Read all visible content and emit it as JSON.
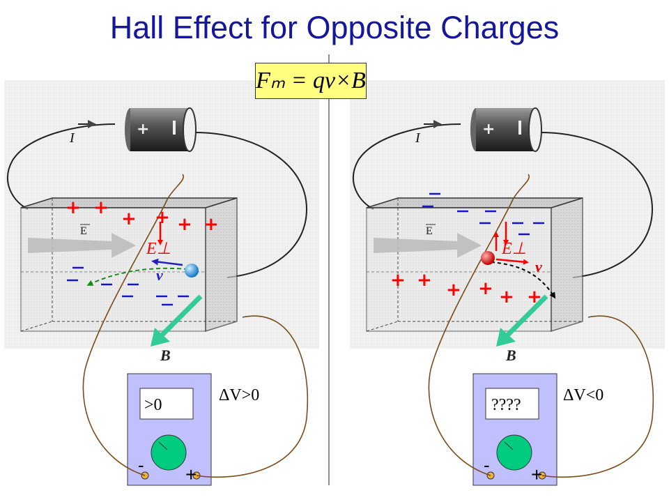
{
  "title": "Hall Effect for Opposite Charges",
  "formula": "Fₘ = qv×B",
  "left": {
    "current_label": "I",
    "field_label": "E",
    "eperp_label": "E⊥",
    "velocity_label": "v",
    "b_label": "B",
    "display_value": ">0",
    "delta_v": "ΔV>0",
    "minus_terminal": "-",
    "plus_terminal": "+"
  },
  "right": {
    "current_label": "I",
    "field_label": "E",
    "eperp_label": "E⊥",
    "velocity_label": "v",
    "b_label": "B",
    "display_value": "????",
    "delta_v": "ΔV<0",
    "minus_terminal": "-",
    "plus_terminal": "+"
  },
  "colors": {
    "title": "#14169b",
    "plus_charge": "#ff0000",
    "minus_charge": "#1515d0",
    "b_arrow": "#33cc99",
    "meter_body": "#c0c0ff",
    "meter_dial": "#00cc80",
    "wire": "#7a4a1a",
    "formula_bg": "#ffff80",
    "negative_particle": "#1e90ff",
    "positive_particle": "#e00000"
  }
}
